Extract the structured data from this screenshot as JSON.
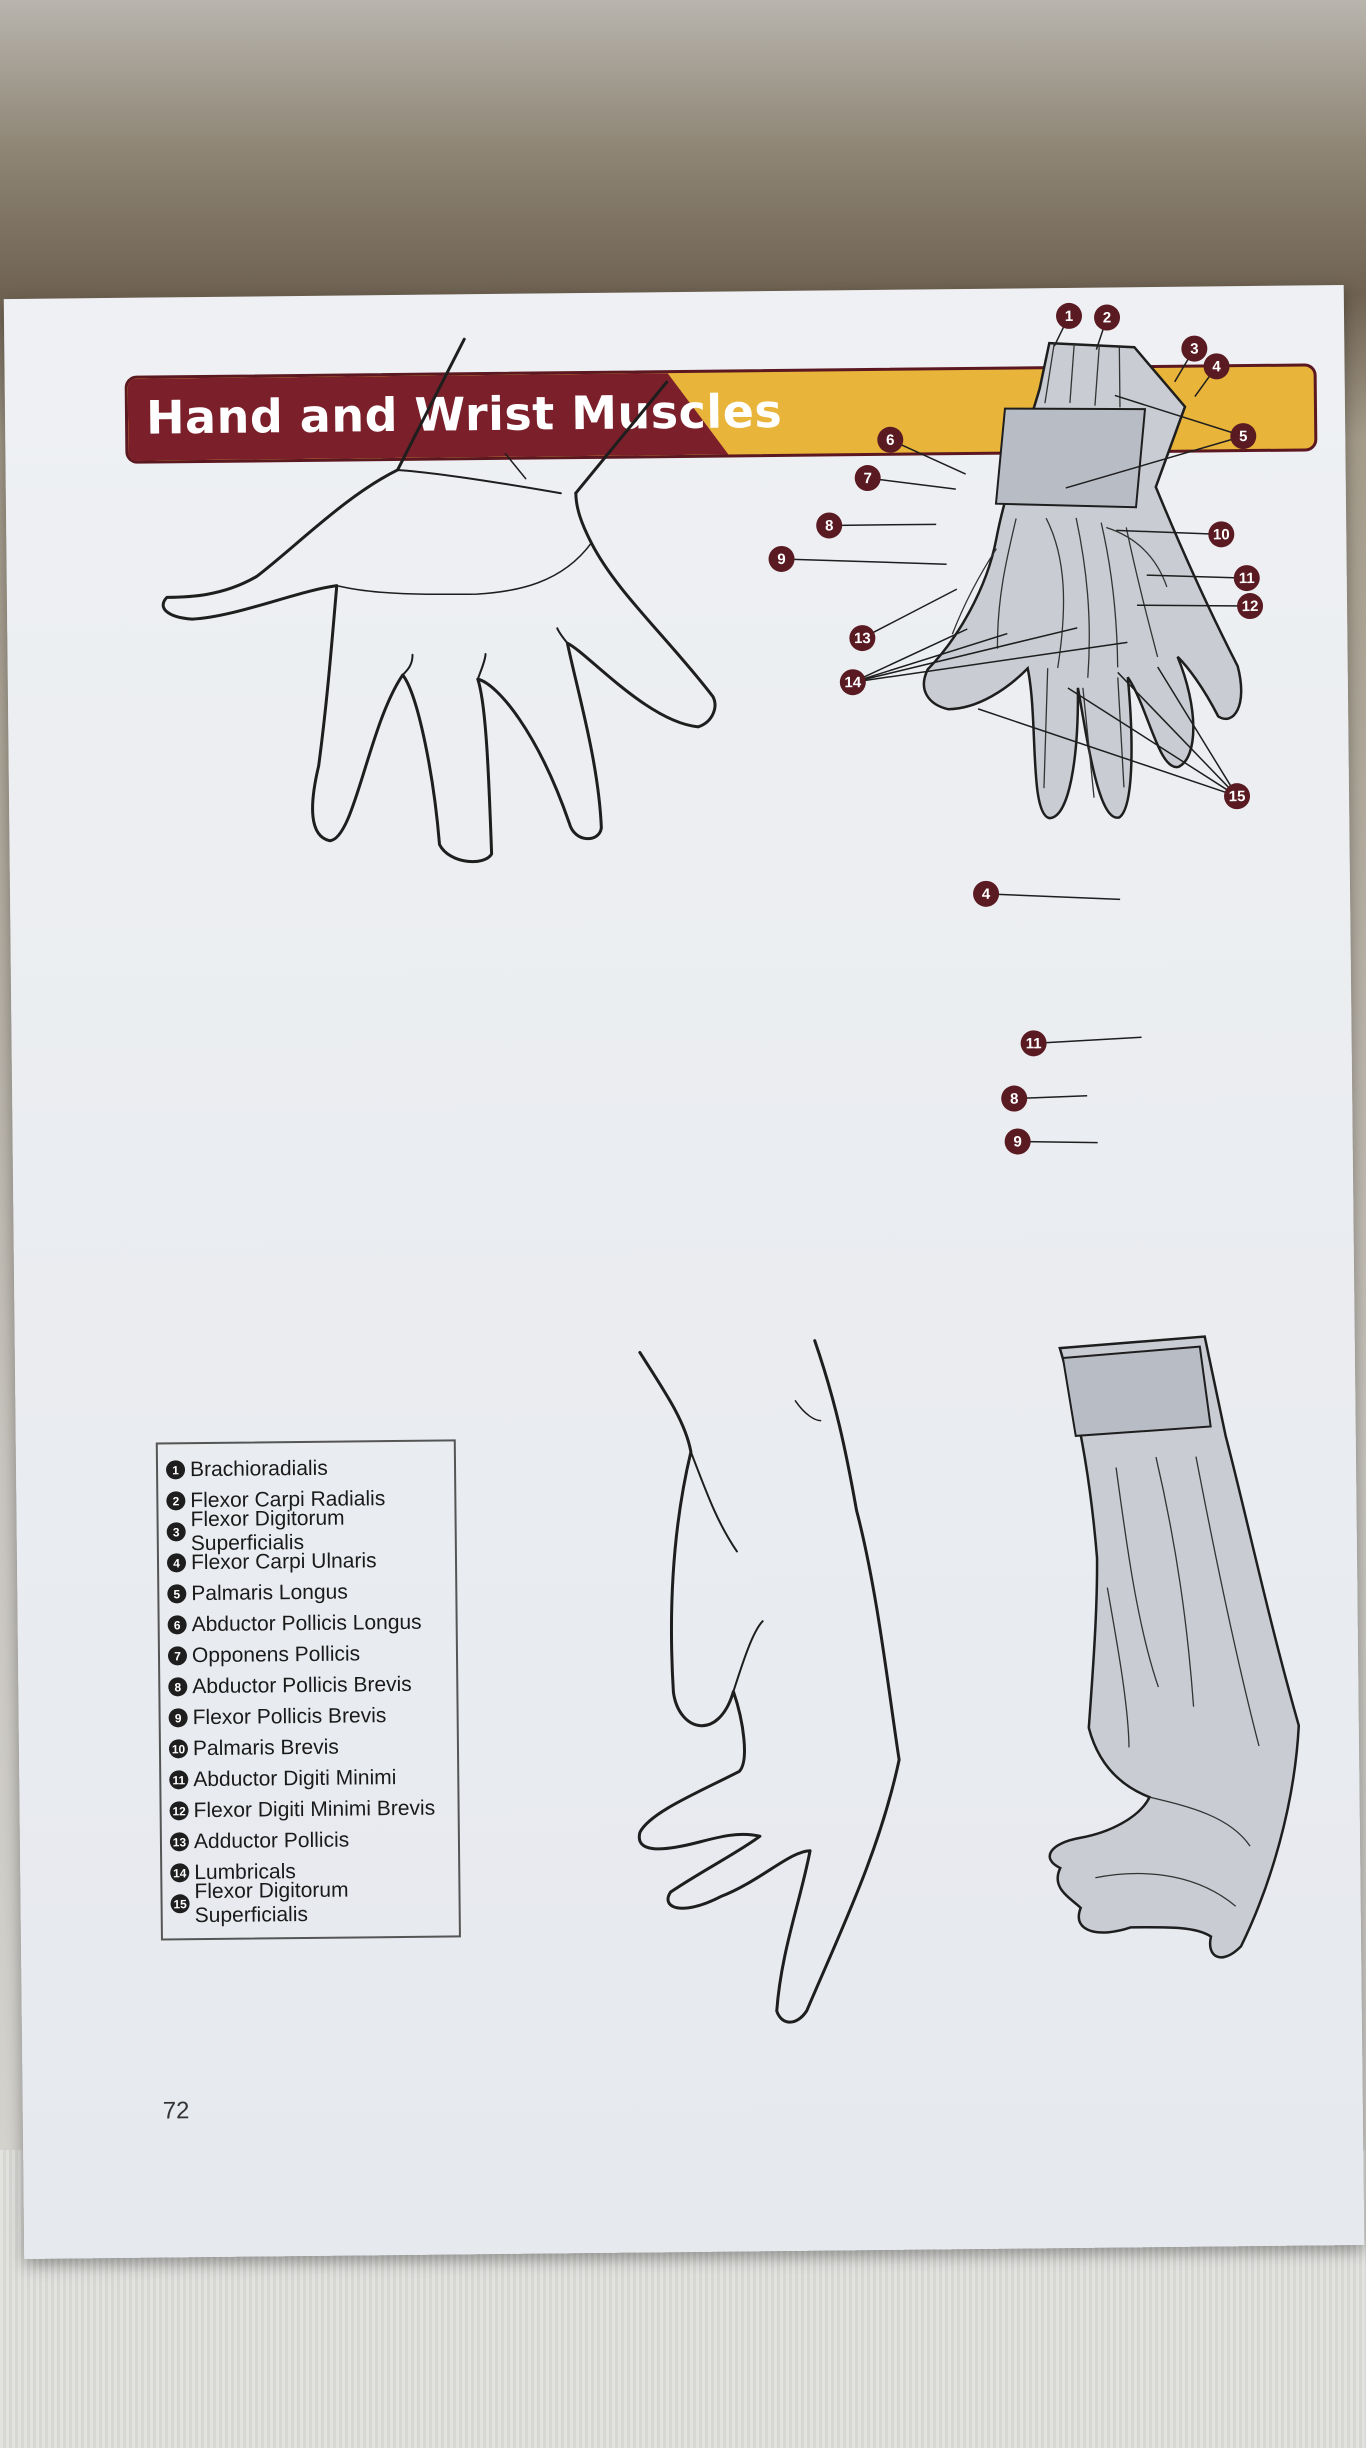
{
  "page": {
    "title": "Hand and Wrist Muscles",
    "page_number": "72"
  },
  "legend": {
    "items": [
      {
        "number": "1",
        "label": "Brachioradialis"
      },
      {
        "number": "2",
        "label": "Flexor Carpi Radialis"
      },
      {
        "number": "3",
        "label": "Flexor Digitorum Superficialis"
      },
      {
        "number": "4",
        "label": "Flexor Carpi Ulnaris"
      },
      {
        "number": "5",
        "label": "Palmaris Longus"
      },
      {
        "number": "6",
        "label": "Abductor Pollicis Longus"
      },
      {
        "number": "7",
        "label": "Opponens Pollicis"
      },
      {
        "number": "8",
        "label": "Abductor Pollicis Brevis"
      },
      {
        "number": "9",
        "label": "Flexor Pollicis Brevis"
      },
      {
        "number": "10",
        "label": "Palmaris Brevis"
      },
      {
        "number": "11",
        "label": "Abductor Digiti Minimi"
      },
      {
        "number": "12",
        "label": "Flexor Digiti Minimi Brevis"
      },
      {
        "number": "13",
        "label": "Adductor Pollicis"
      },
      {
        "number": "14",
        "label": "Lumbricals"
      },
      {
        "number": "15",
        "label": "Flexor Digitorum Superficialis"
      }
    ]
  },
  "palm_diagram": {
    "callouts": [
      "1",
      "2",
      "3",
      "4",
      "5",
      "6",
      "7",
      "8",
      "9",
      "10",
      "11",
      "12",
      "13",
      "14",
      "15"
    ]
  },
  "side_diagram": {
    "callouts": [
      "4",
      "11",
      "8",
      "9"
    ]
  },
  "colors": {
    "banner_red": "#7b1f2a",
    "banner_gold": "#e8b43a",
    "muscle_fill": "#c9ccd3",
    "callout_bg": "#5a1a22"
  }
}
